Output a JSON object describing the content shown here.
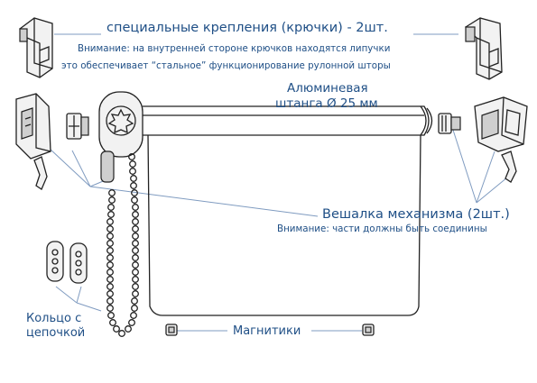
{
  "labels": {
    "title": "специальные крепления (крючки) - 2шт.",
    "note_line1": "Внимание: на внутренней стороне крючков находятся липучки",
    "note_line2": "это обеспечивает “стальное” функционирование рулонной шторы",
    "aluminum_line1": "Алюминевая",
    "aluminum_line2": "штанга Ø 25 мм",
    "hanger": "Вешалка механизма (2шт.)",
    "hanger_note": "Внимание: части должны быть соединины",
    "ring_line1": "Кольцо с",
    "ring_line2": "цепочкой",
    "magnets": "Магнитики"
  },
  "colors": {
    "label_text": "#1f4f86",
    "leader_lines": "#7f9bc0",
    "outline": "#222222"
  }
}
